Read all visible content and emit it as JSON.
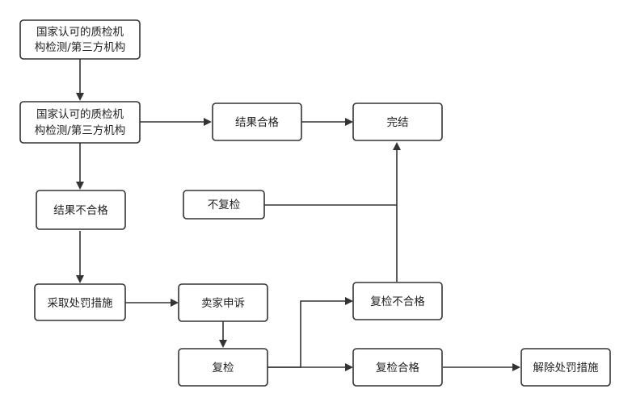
{
  "nodes": {
    "inspection_org_1": {
      "line1": "国家认可的质检机",
      "line2": "构检测/第三方机构"
    },
    "inspection_org_2": {
      "line1": "国家认可的质检机",
      "line2": "构检测/第三方机构"
    },
    "result_pass": "结果合格",
    "done": "完结",
    "no_recheck": "不复检",
    "result_fail": "结果不合格",
    "penalty": "采取处罚措施",
    "seller_appeal": "卖家申诉",
    "recheck": "复检",
    "recheck_fail": "复检不合格",
    "recheck_pass": "复检合格",
    "lift_penalty": "解除处罚措施"
  }
}
